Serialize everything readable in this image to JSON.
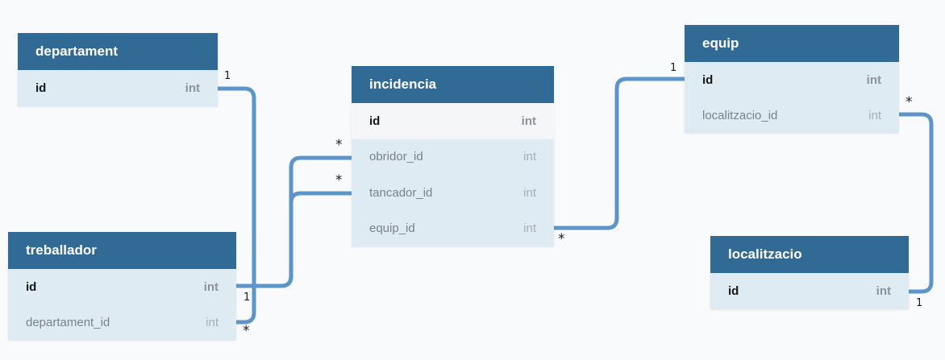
{
  "diagram": {
    "type": "entity-relationship",
    "colors": {
      "background": "#f9fafb",
      "table_header": "#326a96",
      "table_row": "#deebf3",
      "table_row_alt": "#f5f6f7",
      "relationship_line": "#5e95c8",
      "pk_name_text": "#161616",
      "pk_type_text": "#8d9399",
      "fk_name_text": "#7b8289",
      "fk_type_text": "#a8aeb4"
    }
  },
  "tables": [
    {
      "title": "departament",
      "rows": [
        {
          "name": "id",
          "type": "int",
          "pk": true
        }
      ]
    },
    {
      "title": "incidencia",
      "rows": [
        {
          "name": "id",
          "type": "int",
          "pk": true
        },
        {
          "name": "obridor_id",
          "type": "int",
          "pk": false
        },
        {
          "name": "tancador_id",
          "type": "int",
          "pk": false
        },
        {
          "name": "equip_id",
          "type": "int",
          "pk": false
        }
      ]
    },
    {
      "title": "equip",
      "rows": [
        {
          "name": "id",
          "type": "int",
          "pk": true
        },
        {
          "name": "localitzacio_id",
          "type": "int",
          "pk": false
        }
      ]
    },
    {
      "title": "treballador",
      "rows": [
        {
          "name": "id",
          "type": "int",
          "pk": true
        },
        {
          "name": "departament_id",
          "type": "int",
          "pk": false
        }
      ]
    },
    {
      "title": "localitzacio",
      "rows": [
        {
          "name": "id",
          "type": "int",
          "pk": true
        }
      ]
    }
  ],
  "relationships": [
    {
      "from": "departament.id",
      "to": "treballador.departament_id",
      "one_label": "1",
      "many_label": "*"
    },
    {
      "from": "treballador.id",
      "to": "incidencia.obridor_id",
      "one_label": "1",
      "many_label": "*"
    },
    {
      "from": "treballador.id",
      "to": "incidencia.tancador_id",
      "one_label": "1",
      "many_label": "*"
    },
    {
      "from": "incidencia.equip_id",
      "to": "equip.id",
      "one_label": "1",
      "many_label": "*"
    },
    {
      "from": "equip.localitzacio_id",
      "to": "localitzacio.id",
      "one_label": "1",
      "many_label": "*"
    }
  ]
}
